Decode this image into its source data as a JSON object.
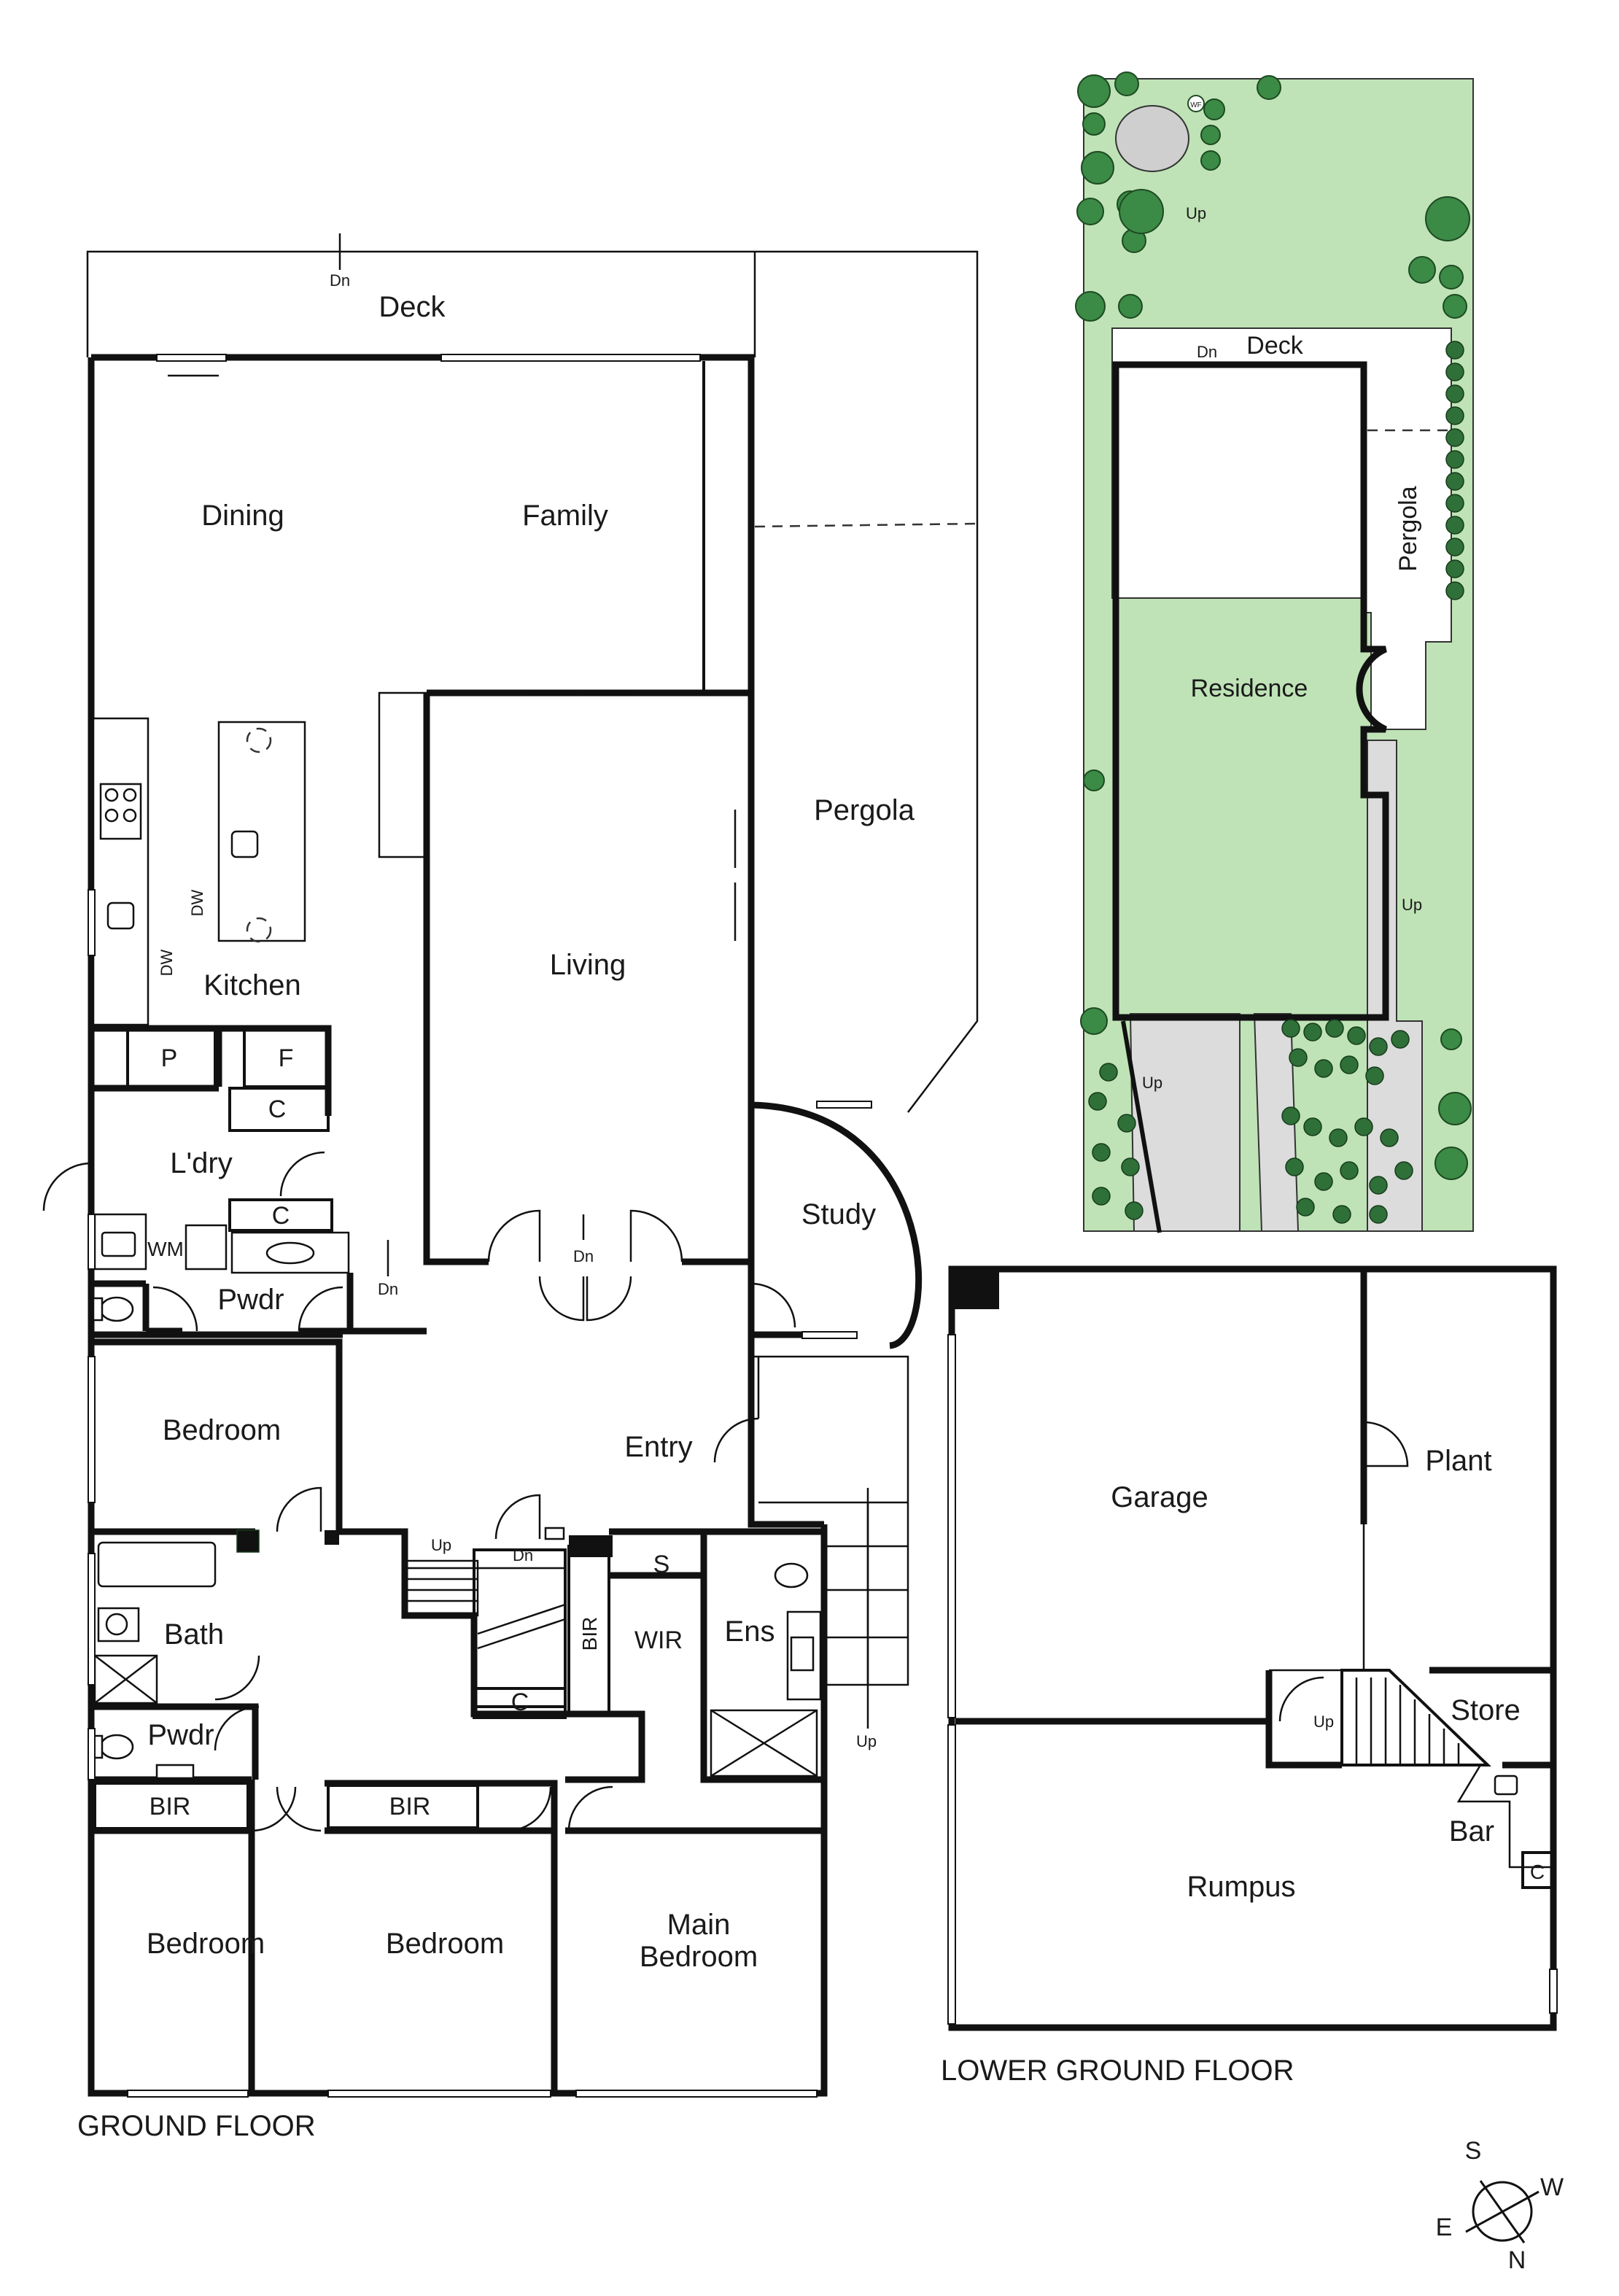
{
  "ground_floor": {
    "title": "GROUND FLOOR",
    "rooms": {
      "deck": "Deck",
      "dining": "Dining",
      "family": "Family",
      "kitchen": "Kitchen",
      "living": "Living",
      "pergola": "Pergola",
      "laundry": "L'dry",
      "study": "Study",
      "powder_1": "Pwdr",
      "powder_2": "Pwdr",
      "entry": "Entry",
      "bedroom_1": "Bedroom",
      "bedroom_2": "Bedroom",
      "bedroom_3": "Bedroom",
      "bath": "Bath",
      "main_bedroom_line1": "Main",
      "main_bedroom_line2": "Bedroom",
      "wir": "WIR",
      "ensuite": "Ens",
      "bir_vertical": "BIR",
      "bir_1": "BIR",
      "bir_2": "BIR"
    },
    "fixtures": {
      "pantry": "P",
      "fridge": "F",
      "cupboard_1": "C",
      "cupboard_2": "C",
      "cupboard_3": "C",
      "washing_machine": "WM",
      "dishwasher_1": "DW",
      "dishwasher_2": "DW",
      "shelf": "S"
    },
    "stairs": {
      "dn_deck": "Dn",
      "dn_living": "Dn",
      "dn_hall": "Dn",
      "dn_stair": "Dn",
      "up_stair": "Up",
      "up_entry": "Up"
    }
  },
  "lower_ground_floor": {
    "title": "LOWER GROUND FLOOR",
    "rooms": {
      "garage": "Garage",
      "plant": "Plant",
      "store": "Store",
      "bar": "Bar",
      "rumpus": "Rumpus",
      "cupboard": "C",
      "up": "Up"
    }
  },
  "site_plan": {
    "residence": "Residence",
    "deck": "Deck",
    "pergola": "Pergola",
    "dn": "Dn",
    "up_1": "Up",
    "up_2": "Up",
    "up_3": "Up",
    "wf": "WF"
  },
  "compass": {
    "s": "S",
    "w": "W",
    "e": "E",
    "n": "N"
  },
  "colors": {
    "grass": "#bfe3b6",
    "trees": "#3b8a45",
    "paving": "#dcdcdc",
    "walls": "#111111"
  }
}
